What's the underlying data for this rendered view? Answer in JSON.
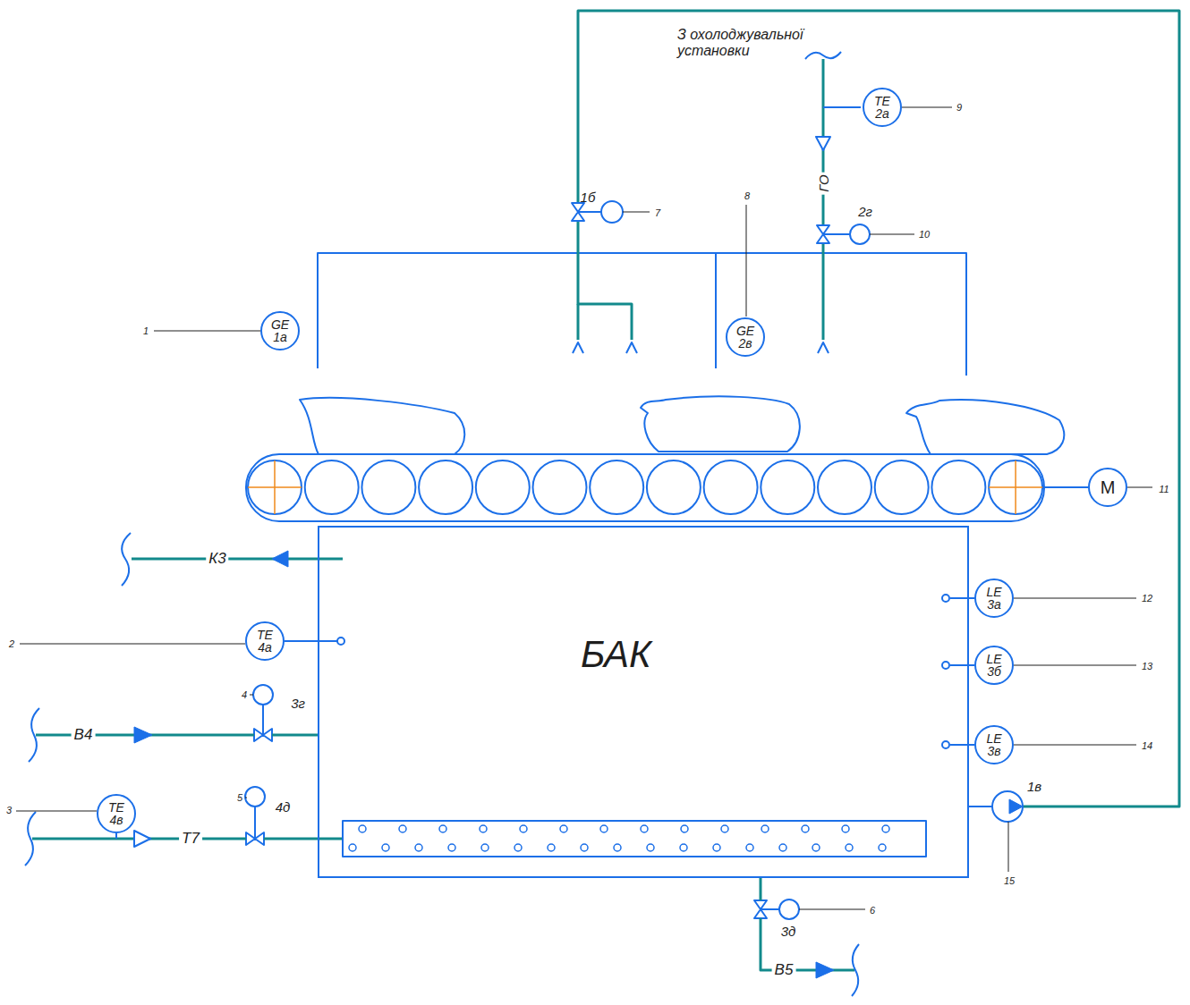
{
  "diagram": {
    "nodes": [
      {
        "text": [
          "TE 2а"
        ]
      },
      {
        "text": [
          "GE 1а"
        ]
      },
      {
        "text": [
          "GE 2в"
        ]
      },
      {
        "text": [
          "M"
        ]
      },
      {
        "text": [
          "БАК"
        ]
      },
      {
        "text": [
          "TE 4а"
        ]
      },
      {
        "text": [
          "LE 3а"
        ]
      },
      {
        "text": [
          "LE 3б"
        ]
      },
      {
        "text": [
          "LE 3в"
        ]
      },
      {
        "text": [
          "TE 4в"
        ]
      }
    ],
    "edges": [
      {
        "from": 5,
        "to": 4,
        "arrow": "none"
      },
      {
        "from": 6,
        "to": 4,
        "arrow": "none"
      },
      {
        "from": 7,
        "to": 4,
        "arrow": "none"
      },
      {
        "from": 8,
        "to": 4,
        "arrow": "none"
      }
    ],
    "labels": [
      "З охолоджувальної установки",
      "ГО",
      "1б",
      "2г",
      "К3",
      "3г",
      "В4",
      "4д",
      "Т7",
      "1в",
      "3д",
      "В5",
      "1",
      "2",
      "3",
      "4",
      "5",
      "6",
      "7",
      "8",
      "9",
      "10",
      "11",
      "12",
      "13",
      "14",
      "15"
    ]
  }
}
